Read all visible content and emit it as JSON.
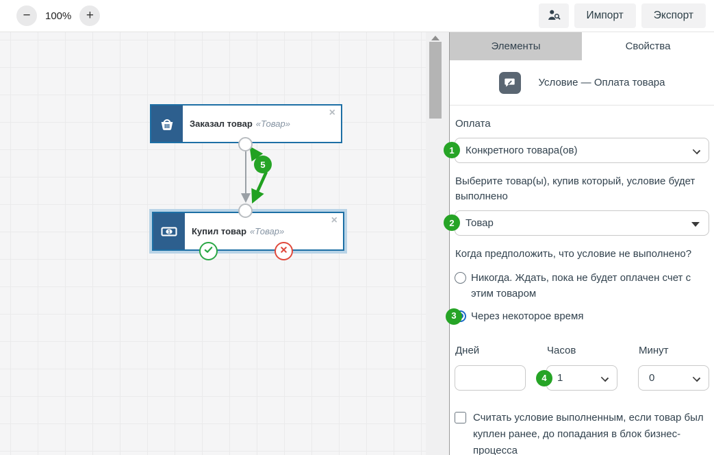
{
  "toolbar": {
    "zoom_out_label": "−",
    "zoom_level": "100%",
    "zoom_in_label": "+",
    "user_search_icon": "person-search-icon",
    "import_label": "Импорт",
    "export_label": "Экспорт"
  },
  "canvas": {
    "blocks": [
      {
        "title": "Заказал товар",
        "subtitle": "«Товар»",
        "icon": "basket-icon",
        "close_label": "×",
        "selected": false
      },
      {
        "title": "Купил товар",
        "subtitle": "«Товар»",
        "icon": "banknote-icon",
        "close_label": "×",
        "selected": true
      }
    ],
    "connection_step_badge": "5",
    "ports": {
      "yes_icon": "check-circle-icon",
      "no_icon": "cross-circle-icon"
    }
  },
  "panel": {
    "tabs": [
      {
        "label": "Элементы",
        "active": false
      },
      {
        "label": "Свойства",
        "active": true
      }
    ],
    "header": {
      "icon": "condition-chat-edit-icon",
      "title": "Условие — Оплата товара"
    },
    "payment": {
      "label": "Оплата",
      "value": "Конкретного товара(ов)",
      "step_badge": "1"
    },
    "product": {
      "label": "Выберите товар(ы), купив который, условие будет выполнено",
      "value": "Товар",
      "step_badge": "2"
    },
    "condition_question": "Когда предположить, что условие не выполнено?",
    "radios": [
      {
        "label": "Никогда. Ждать, пока не будет оплачен счет с этим товаром",
        "checked": false
      },
      {
        "label": "Через некоторое время",
        "checked": true,
        "step_badge": "3"
      }
    ],
    "time": {
      "days": {
        "label": "Дней",
        "value": ""
      },
      "hours": {
        "label": "Часов",
        "value": "1",
        "step_badge": "4"
      },
      "minutes": {
        "label": "Минут",
        "value": "0"
      }
    },
    "checkbox": {
      "label": "Считать условие выполненным, если товар был куплен ранее, до попадания в блок бизнес-процесса",
      "checked": false
    }
  },
  "colors": {
    "step_badge_green": "#26a426",
    "arrow_green": "#21a121",
    "block_icon_blue": "#2d5f8e",
    "block_border_blue": "#1d6fa5",
    "selected_halo": "#b9d4e7",
    "yes_green": "#2aa745",
    "no_red": "#e0493c",
    "radio_blue": "#1b6ac9",
    "inactive_tab_gray": "#c9c9c9"
  }
}
